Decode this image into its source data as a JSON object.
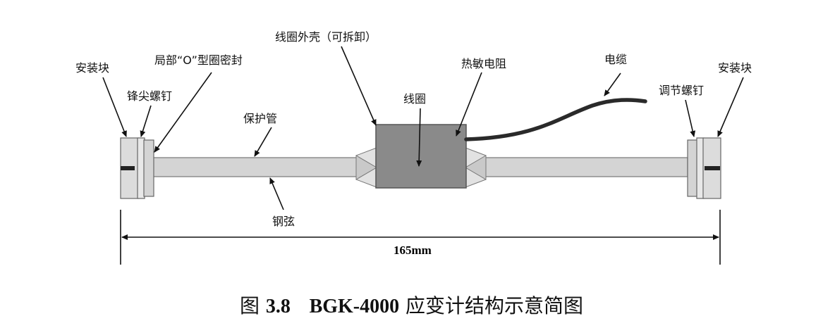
{
  "labels": {
    "install_block_left": "安装块",
    "cone_screw": "锋尖螺钉",
    "o_ring": "局部“O”型圈密封",
    "coil_housing": "线圈外壳（可拆卸）",
    "protect_tube": "保护管",
    "coil": "线圈",
    "thermistor": "热敏电阻",
    "cable": "电缆",
    "adjust_screw": "调节螺钉",
    "install_block_right": "安装块",
    "steel_string": "钢弦"
  },
  "dimension": "165mm",
  "caption": {
    "prefix": "图 ",
    "number": "3.8",
    "model": "BGK-4000",
    "title": " 应变计结构示意简图"
  }
}
